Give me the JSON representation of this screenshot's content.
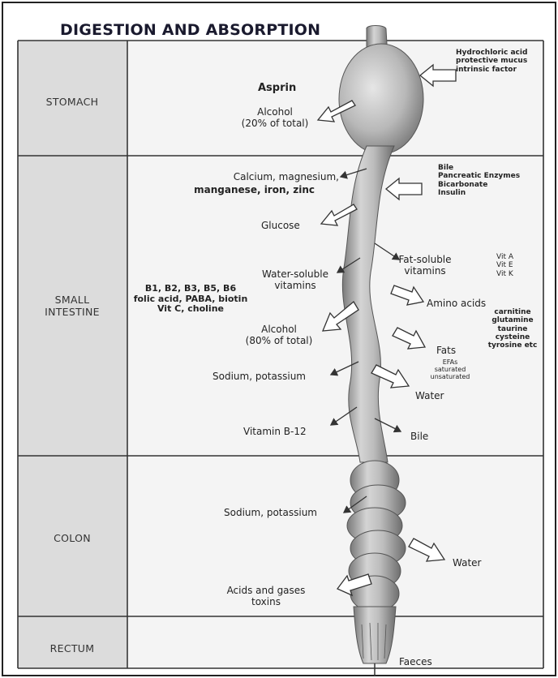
{
  "title": "DIGESTION AND ABSORPTION",
  "sections": {
    "stomach": "STOMACH",
    "small_intestine": "SMALL\nINTESTINE",
    "colon": "COLON",
    "rectum": "RECTUM"
  },
  "labels": {
    "asprin": "Asprin",
    "alcohol_stomach": "Alcohol\n(20% of total)",
    "secretions_stomach": "Hydrochloric acid\nprotective mucus\nintrinsic factor",
    "calcium_line1": "Calcium, magnesium,",
    "calcium_line2": "manganese, iron, zinc",
    "secretions_si": "Bile\nPancreatic Enzymes\nBicarbonate\nInsulin",
    "glucose": "Glucose",
    "fat_soluble": "Fat-soluble\nvitamins",
    "fat_vits": "Vit A\nVit E\nVit K",
    "water_soluble": "Water-soluble\nvitamins",
    "b_vitamins": "B1, B2, B3, B5, B6\nfolic acid, PABA, biotin\nVit C, choline",
    "amino_acids": "Amino acids",
    "amino_list": "carnitine\nglutamine\ntaurine\ncysteine\ntyrosine etc",
    "alcohol_si": "Alcohol\n(80% of total)",
    "fats": "Fats",
    "fats_list": "EFAs\nsaturated\nunsaturated",
    "sodium_si": "Sodium, potassium",
    "water_si": "Water",
    "vit_b12": "Vitamin B-12",
    "bile": "Bile",
    "sodium_colon": "Sodium, potassium",
    "water_colon": "Water",
    "acids_gases": "Acids and gases\ntoxins",
    "faeces": "Faeces"
  }
}
